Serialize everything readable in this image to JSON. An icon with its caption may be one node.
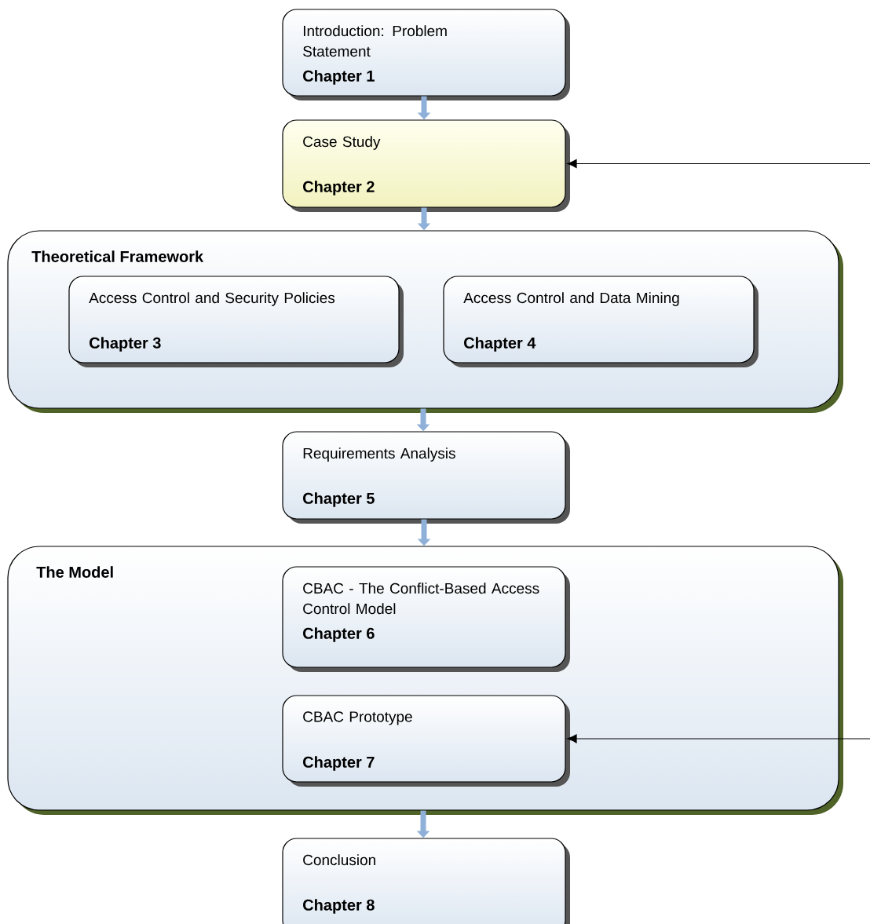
{
  "diagram": {
    "nodes": [
      {
        "text": [
          "Introduction: Problem Statement",
          "Chapter 1"
        ]
      },
      {
        "text": [
          "Case Study",
          "Chapter 2"
        ]
      },
      {
        "text": [
          "Theoretical Framework"
        ]
      },
      {
        "text": [
          "Access Control and Security Policies",
          "Chapter 3"
        ],
        "in": 2
      },
      {
        "text": [
          "Access Control and Data Mining",
          "Chapter 4"
        ],
        "in": 2
      },
      {
        "text": [
          "Requirements Analysis",
          "Chapter 5"
        ]
      },
      {
        "text": [
          "The Model"
        ]
      },
      {
        "text": [
          "CBAC - The Conflict-Based Access Control Model",
          "Chapter 6"
        ],
        "in": 6
      },
      {
        "text": [
          "CBAC Prototype",
          "Chapter 7"
        ],
        "in": 6
      },
      {
        "text": [
          "Conclusion",
          "Chapter 8"
        ]
      }
    ],
    "edges": [
      {
        "from": 0,
        "to": 1,
        "arrow": "to"
      },
      {
        "from": 1,
        "to": 2,
        "arrow": "to"
      },
      {
        "from": 2,
        "to": 5,
        "arrow": "to"
      },
      {
        "from": 5,
        "to": 6,
        "arrow": "to"
      },
      {
        "from": 6,
        "to": 9,
        "arrow": "to"
      },
      {
        "from": null,
        "to": 1,
        "arrow": "to",
        "color": "#000000"
      },
      {
        "from": null,
        "to": 8,
        "arrow": "to",
        "color": "#000000"
      }
    ]
  }
}
